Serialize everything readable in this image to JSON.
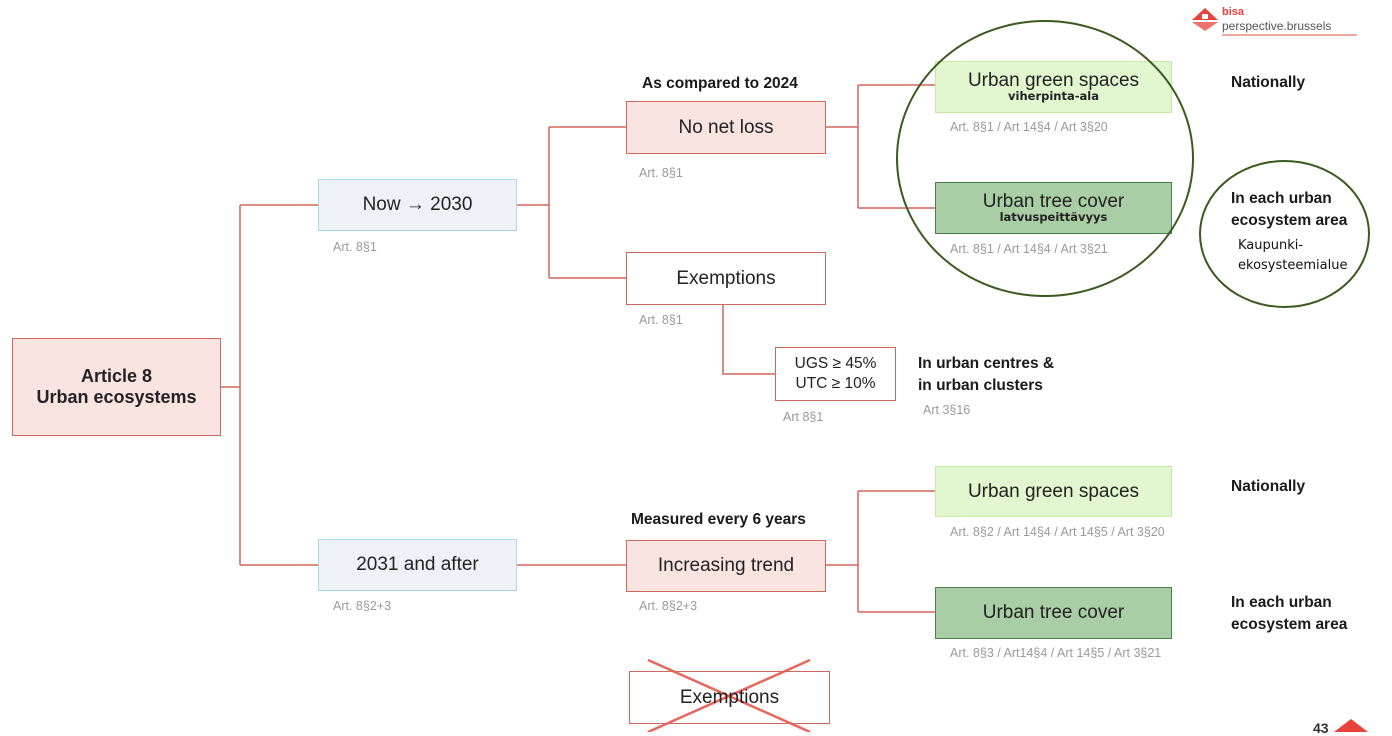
{
  "logo": {
    "line1": "bisa",
    "line2": "perspective.brussels"
  },
  "root": {
    "line1": "Article 8",
    "line2": "Urban ecosystems"
  },
  "upper": {
    "period": "Now → 2030",
    "period_ref": "Art. 8§1",
    "compare_note": "As compared to 2024",
    "no_net_loss": "No net loss",
    "no_net_loss_ref": "Art. 8§1",
    "exemptions": "Exemptions",
    "exemptions_ref": "Art. 8§1",
    "thresholds": {
      "line1": "UGS ≥ 45%",
      "line2": "UTC ≥ 10%",
      "ref": "Art 8§1"
    },
    "thresholds_note": {
      "line1": "In urban centres &",
      "line2": "in urban clusters",
      "ref": "Art 3§16"
    },
    "green": {
      "label": "Urban green spaces",
      "finnish": "viherpinta-ala",
      "ref": "Art. 8§1 / Art 14§4 / Art 3§20",
      "scope": "Nationally"
    },
    "tree": {
      "label": "Urban tree cover",
      "finnish": "latvuspeittävyys",
      "ref": "Art. 8§1 / Art 14§4 / Art 3§21",
      "scope_line1": "In each urban",
      "scope_line2": "ecosystem area",
      "scope_finnish_line1": "Kaupunki-",
      "scope_finnish_line2": "ekosysteemialue"
    }
  },
  "lower": {
    "period": "2031 and after",
    "period_ref": "Art. 8§2+3",
    "measure_note": "Measured every 6 years",
    "trend": "Increasing trend",
    "trend_ref": "Art. 8§2+3",
    "exemptions_crossed": "Exemptions",
    "green": {
      "label": "Urban green spaces",
      "ref": "Art. 8§2 / Art 14§4 / Art 14§5 / Art 3§20",
      "scope": "Nationally"
    },
    "tree": {
      "label": "Urban tree cover",
      "ref": "Art. 8§3 / Art14§4 / Art 14§5 / Art 3§21",
      "scope_line1": "In each urban",
      "scope_line2": "ecosystem area"
    }
  },
  "page_number": "43",
  "colors": {
    "connector": "#d0675c",
    "cross": "#e8675c",
    "ring": "#3b5a1f",
    "logo": "#e8423a"
  }
}
